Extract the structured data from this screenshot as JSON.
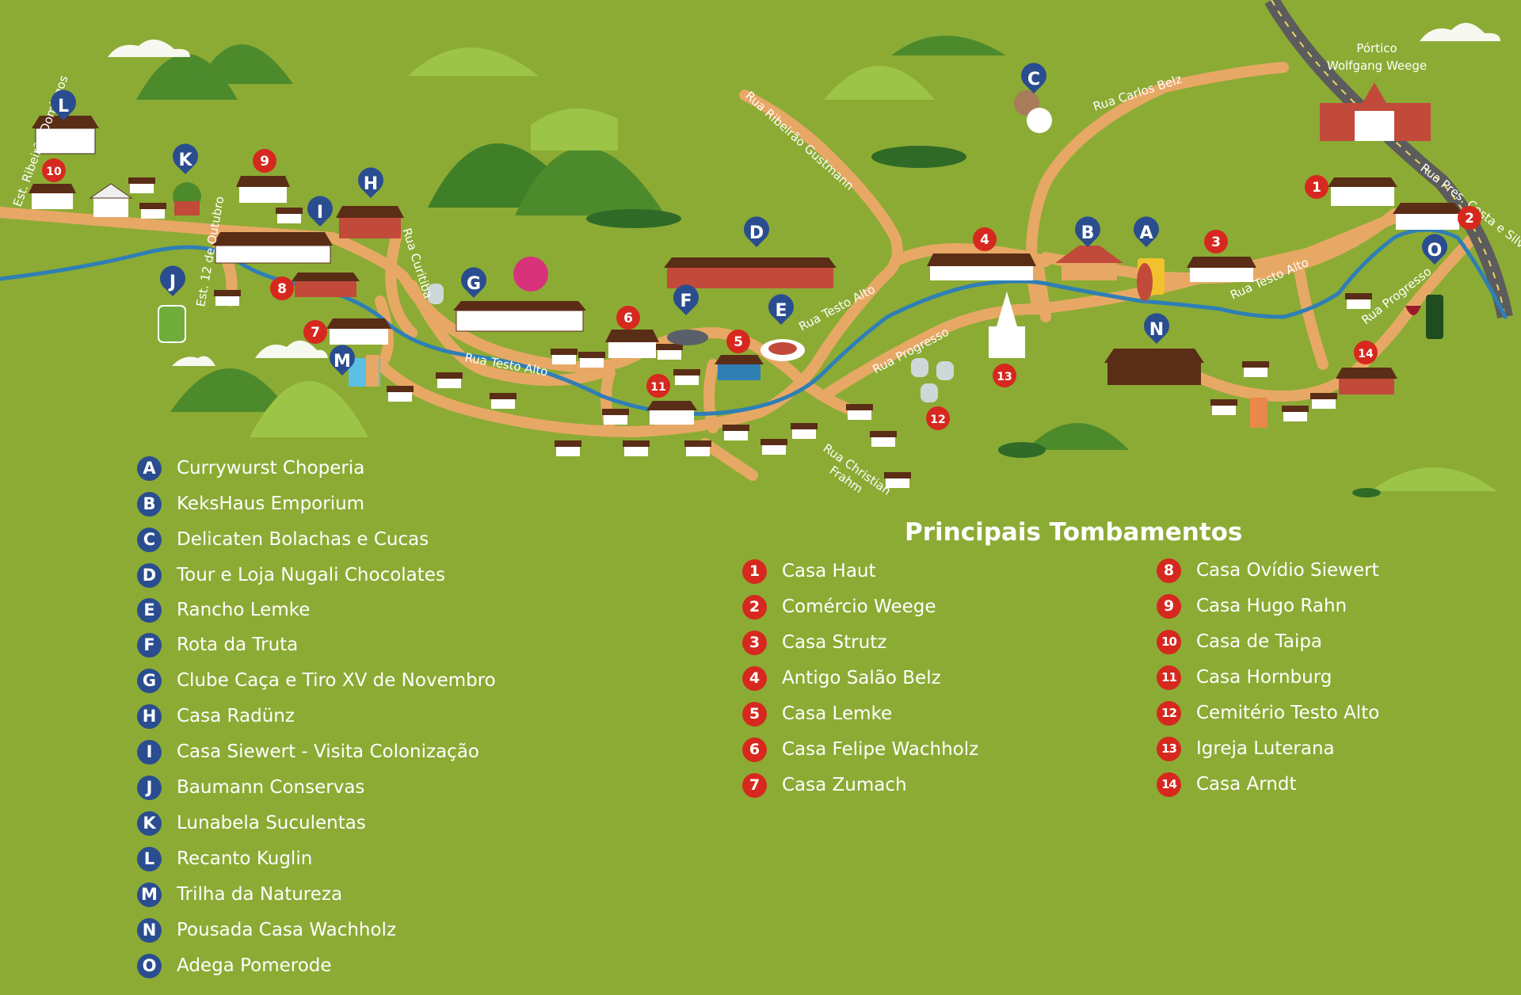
{
  "streets": {
    "est_ribeirao_domingos": "Est. Ribeirão Domingos",
    "est_12_outubro": "Est. 12 de Outubro",
    "rua_curitiba": "Rua Curitiba",
    "rua_testo_alto_west": "Rua Testo Alto",
    "rua_ribeirao_gustmann": "Rua Ribeirão Gustmann",
    "rua_testo_alto_center": "Rua Testo Alto",
    "rua_progresso_center": "Rua Progresso",
    "rua_christian_frahm_1": "Rua Christian",
    "rua_christian_frahm_2": "Frahm",
    "rua_carlos_belz": "Rua Carlos Belz",
    "rua_testo_alto_east": "Rua Testo Alto",
    "rua_progresso_east": "Rua Progresso",
    "rua_pres_costa_silva": "Rua Pres. Costa e Silva"
  },
  "landmark": {
    "line1": "Pórtico",
    "line2": "Wolfgang Weege"
  },
  "map_pins_letters": [
    "A",
    "B",
    "C",
    "D",
    "E",
    "F",
    "G",
    "H",
    "I",
    "J",
    "K",
    "L",
    "M",
    "N",
    "O"
  ],
  "map_pins_numbers": [
    "1",
    "2",
    "3",
    "4",
    "5",
    "6",
    "7",
    "8",
    "9",
    "10",
    "11",
    "12",
    "13",
    "14"
  ],
  "attractions": [
    {
      "key": "A",
      "name": "Currywurst Choperia"
    },
    {
      "key": "B",
      "name": "KeksHaus Emporium"
    },
    {
      "key": "C",
      "name": "Delicaten Bolachas e Cucas"
    },
    {
      "key": "D",
      "name": "Tour e Loja Nugali Chocolates"
    },
    {
      "key": "E",
      "name": "Rancho Lemke"
    },
    {
      "key": "F",
      "name": "Rota da Truta"
    },
    {
      "key": "G",
      "name": "Clube Caça e Tiro XV de Novembro"
    },
    {
      "key": "H",
      "name": "Casa Radünz"
    },
    {
      "key": "I",
      "name": "Casa Siewert - Visita Colonização"
    },
    {
      "key": "J",
      "name": "Baumann Conservas"
    },
    {
      "key": "K",
      "name": "Lunabela Suculentas"
    },
    {
      "key": "L",
      "name": "Recanto Kuglin"
    },
    {
      "key": "M",
      "name": "Trilha da Natureza"
    },
    {
      "key": "N",
      "name": "Pousada Casa Wachholz"
    },
    {
      "key": "O",
      "name": "Adega Pomerode"
    }
  ],
  "heritage_title": "Principais Tombamentos",
  "heritage_sites": [
    {
      "key": "1",
      "name": "Casa Haut"
    },
    {
      "key": "2",
      "name": "Comércio Weege"
    },
    {
      "key": "3",
      "name": "Casa Strutz"
    },
    {
      "key": "4",
      "name": "Antigo Salão Belz"
    },
    {
      "key": "5",
      "name": "Casa Lemke"
    },
    {
      "key": "6",
      "name": "Casa Felipe Wachholz"
    },
    {
      "key": "7",
      "name": "Casa Zumach"
    },
    {
      "key": "8",
      "name": "Casa Ovídio Siewert"
    },
    {
      "key": "9",
      "name": "Casa Hugo Rahn"
    },
    {
      "key": "10",
      "name": "Casa de Taipa"
    },
    {
      "key": "11",
      "name": "Casa Hornburg"
    },
    {
      "key": "12",
      "name": "Cemitério Testo Alto"
    },
    {
      "key": "13",
      "name": "Igreja Luterana"
    },
    {
      "key": "14",
      "name": "Casa Arndt"
    }
  ],
  "colors": {
    "background": "#8cab35",
    "road": "#e8a865",
    "river": "#2f7fb5",
    "hill_light": "#9cc446",
    "hill_dark": "#4d8a2c",
    "pin_blue": "#2a4d8f",
    "pin_red": "#d6281e"
  }
}
